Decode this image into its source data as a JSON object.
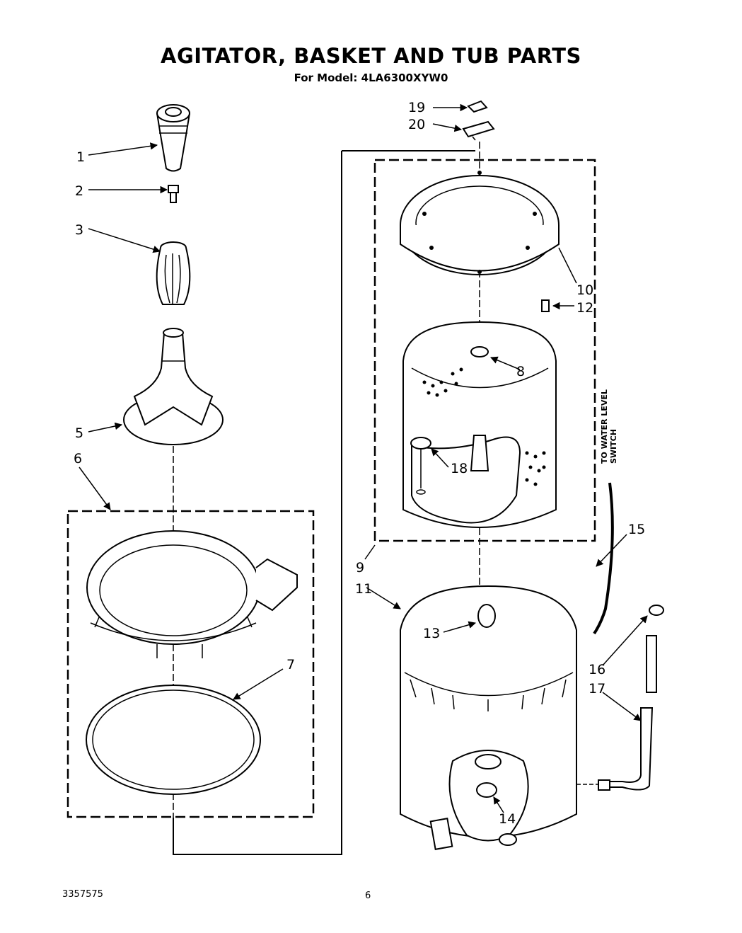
{
  "header": {
    "title": "AGITATOR, BASKET AND TUB PARTS",
    "subtitle": "For Model: 4LA6300XYW0"
  },
  "footer": {
    "doc_number": "3357575",
    "page_number": "6"
  },
  "callouts": {
    "c1": "1",
    "c2": "2",
    "c3": "3",
    "c5": "5",
    "c6": "6",
    "c7": "7",
    "c8": "8",
    "c9": "9",
    "c10": "10",
    "c11": "11",
    "c12": "12",
    "c13": "13",
    "c14": "14",
    "c15": "15",
    "c16": "16",
    "c17": "17",
    "c18": "18",
    "c19": "19",
    "c20": "20"
  },
  "notes": {
    "water_level_line1": "TO WATER LEVEL",
    "water_level_line2": "SWITCH"
  }
}
